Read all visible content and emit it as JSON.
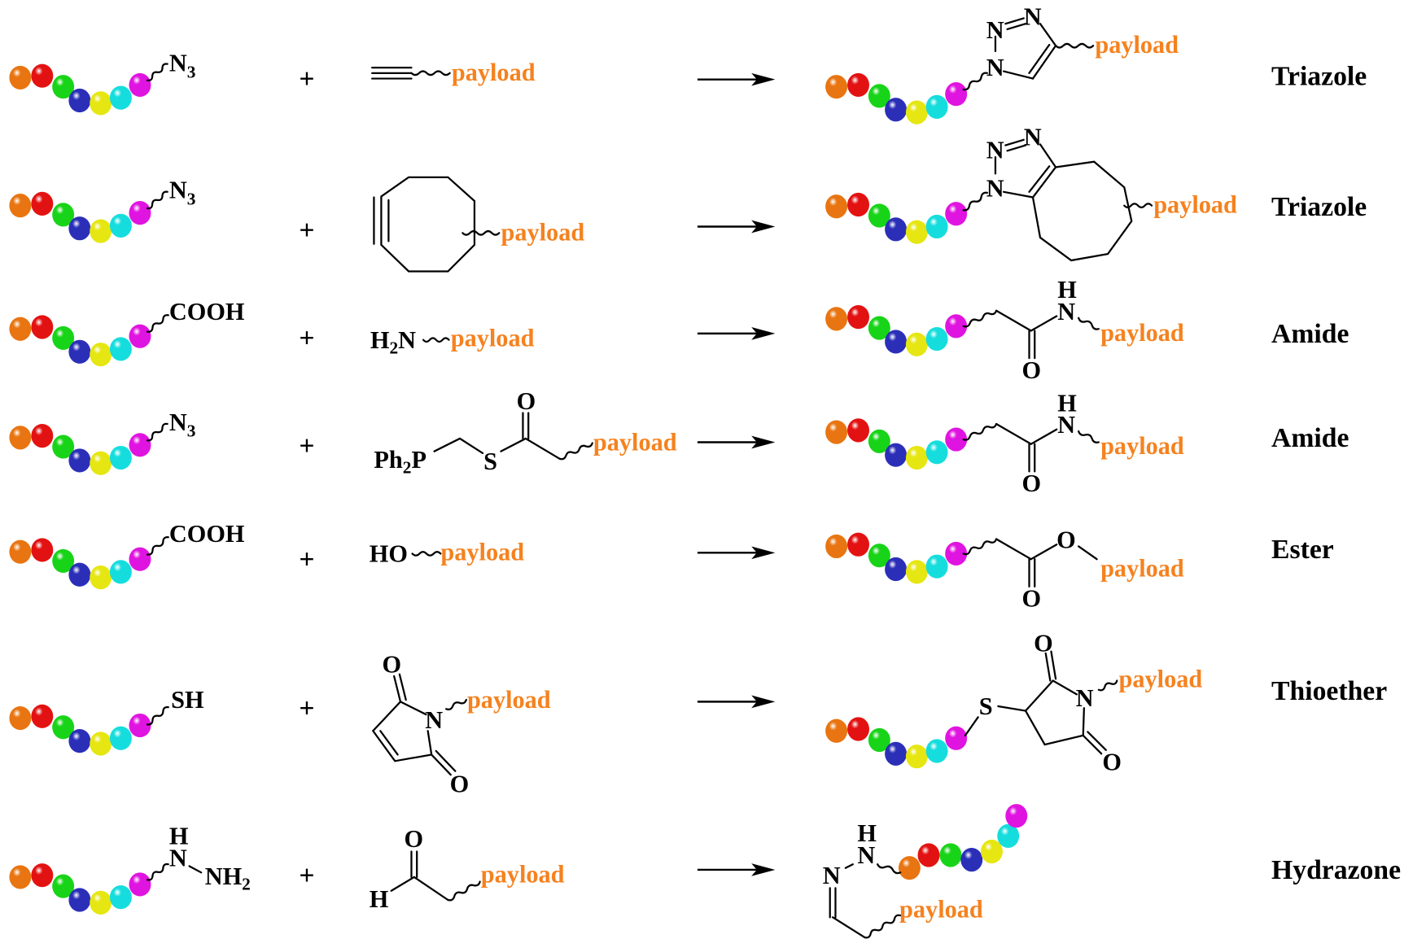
{
  "bead_colors": [
    "#e87511",
    "#e31212",
    "#18d418",
    "#2b2fb8",
    "#e6e612",
    "#16dddd",
    "#e014e0"
  ],
  "payload_color": "#f5821f",
  "payload": "payload",
  "plus": "+",
  "atoms": {
    "N": "N",
    "O": "O",
    "S": "S",
    "H": "H",
    "P": "P"
  },
  "groups": {
    "azide": {
      "main": "N",
      "sub": "3"
    },
    "carboxyl": "COOH",
    "thiol": "SH",
    "amine": {
      "main": "H",
      "sub": "2",
      "tail": "N"
    },
    "phosphine": {
      "main": "Ph",
      "sub": "2",
      "tail": "P"
    },
    "hydroxyl": "HO",
    "hydrazine_nh2": {
      "main": "NH",
      "sub": "2"
    }
  },
  "reactions": [
    {
      "product_type": "Triazole"
    },
    {
      "product_type": "Triazole"
    },
    {
      "product_type": "Amide"
    },
    {
      "product_type": "Amide"
    },
    {
      "product_type": "Ester"
    },
    {
      "product_type": "Thioether"
    },
    {
      "product_type": "Hydrazone"
    }
  ]
}
